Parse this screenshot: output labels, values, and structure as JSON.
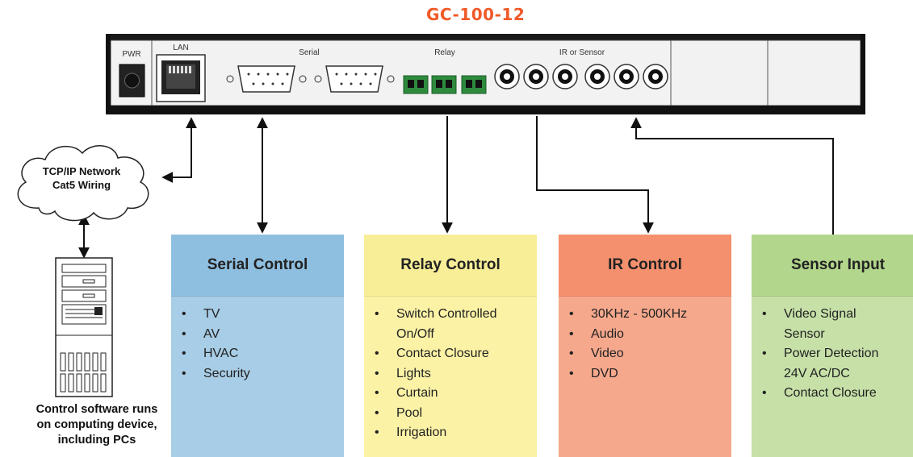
{
  "title": "GC-100-12",
  "device": {
    "pwr": "PWR",
    "lan": "LAN",
    "serial": "Serial",
    "relay": "Relay",
    "ir_sensor": "IR or Sensor"
  },
  "network": {
    "line1": "TCP/IP Network",
    "line2": "Cat5 Wiring"
  },
  "computer_caption": [
    "Control software runs",
    "on computing device,",
    "including PCs"
  ],
  "cards": [
    {
      "title": "Serial Control",
      "color": "#a8cde6",
      "head_color": "#8fbfe0",
      "items": [
        "TV",
        "AV",
        "HVAC",
        "Security"
      ]
    },
    {
      "title": "Relay Control",
      "color": "#fbf2a6",
      "head_color": "#f8ee98",
      "items": [
        "Switch Controlled\nOn/Off",
        "Contact Closure",
        "Lights",
        "Curtain",
        "Pool",
        "Irrigation"
      ]
    },
    {
      "title": "IR Control",
      "color": "#f5a88c",
      "head_color": "#f4906d",
      "items": [
        "30KHz - 500KHz",
        "Audio",
        "Video",
        "DVD"
      ]
    },
    {
      "title": "Sensor Input",
      "color": "#c6e0a8",
      "head_color": "#b2d68c",
      "items": [
        "Video Signal\nSensor",
        "Power Detection\n24V AC/DC",
        "Contact Closure"
      ]
    }
  ],
  "bullet": "•"
}
